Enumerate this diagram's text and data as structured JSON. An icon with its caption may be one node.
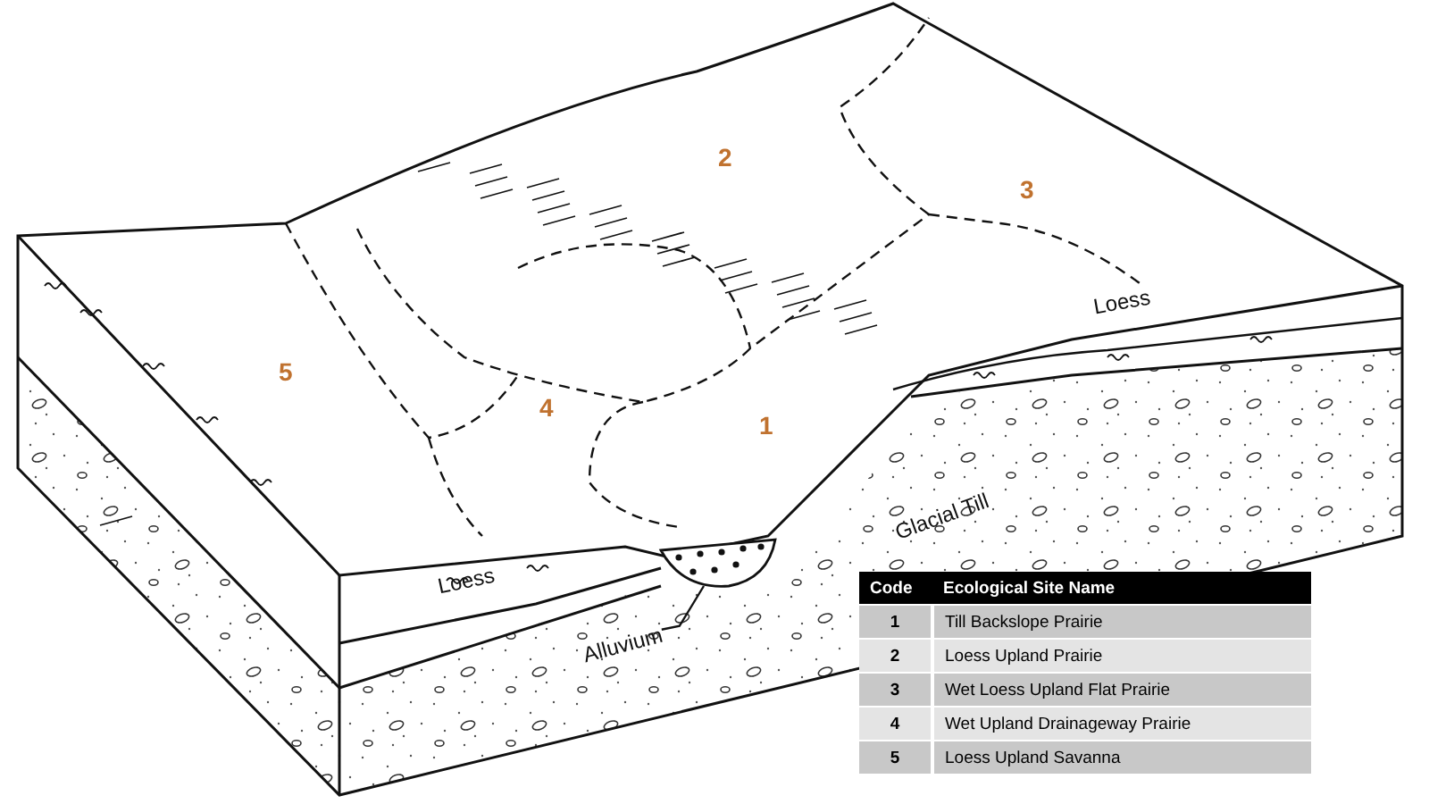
{
  "diagram": {
    "nodes": [
      {
        "text": [
          "Alluvium"
        ]
      },
      {
        "text": [],
        "shape": "picture"
      }
    ],
    "edges": [
      {
        "from": 0,
        "to": 1,
        "arrow": "none"
      }
    ],
    "labels": [
      "2",
      "3",
      "Loess",
      "5",
      "4",
      "1",
      "Glacial Till",
      "Loess",
      "Code",
      "Ecological Site Name",
      "1",
      "Till Backslope Prairie",
      "2",
      "Loess Upland Prairie",
      "3",
      "Wet Loess Upland Flat Prairie",
      "4",
      "Wet Upland Drainageway Prairie",
      "5",
      "Loess Upland Savanna"
    ]
  }
}
